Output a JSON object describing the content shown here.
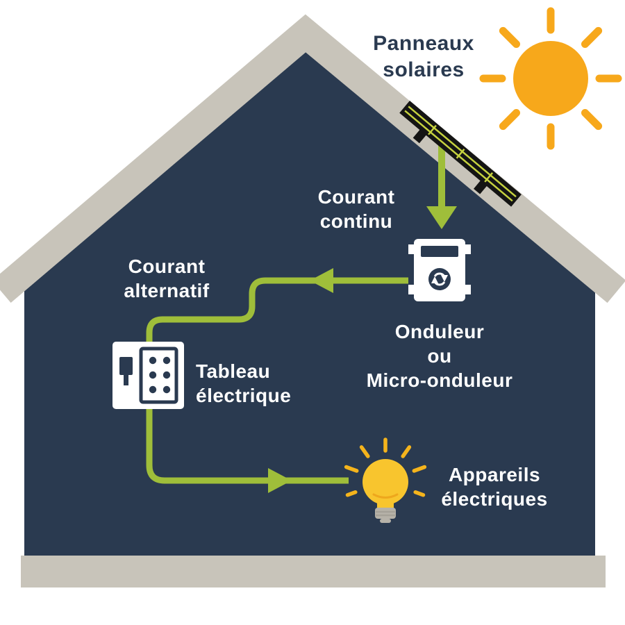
{
  "diagram": {
    "labels": {
      "panneaux_solaires": [
        "Panneaux",
        "solaires"
      ],
      "courant_continu": [
        "Courant",
        "continu"
      ],
      "courant_alternatif": [
        "Courant",
        "alternatif"
      ],
      "onduleur": [
        "Onduleur",
        "ou",
        "Micro-onduleur"
      ],
      "tableau_electrique": [
        "Tableau",
        "électrique"
      ],
      "appareils_electriques": [
        "Appareils",
        "électriques"
      ]
    },
    "colors": {
      "house_navy": "#2a3a50",
      "roof_gray": "#c8c4ba",
      "arrow_green": "#9fbe3a",
      "sun_orange": "#f7a81b",
      "solar_panel_dark": "#141414",
      "solar_panel_stripe": "#c6d23f",
      "bulb_yellow": "#f8c52e",
      "bulb_base_gray": "#b6b2a9",
      "label_white": "#ffffff"
    },
    "icons": {
      "sun": "sun-icon",
      "solar_panel": "solar-panel-icon",
      "inverter": "inverter-icon",
      "electrical_panel": "electrical-panel-icon",
      "light_bulb": "light-bulb-icon",
      "dc_arrow": "arrow-down",
      "ac_arrow": "arrow-left",
      "appliance_arrow": "arrow-right"
    }
  }
}
